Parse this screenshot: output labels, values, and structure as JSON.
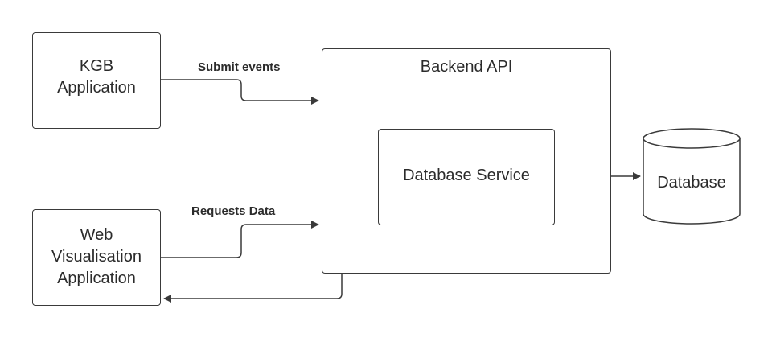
{
  "nodes": {
    "kgb_app": {
      "label": "KGB\nApplication"
    },
    "web_vis_app": {
      "label": "Web\nVisualisation\nApplication"
    },
    "backend_api": {
      "label": "Backend API"
    },
    "database_service": {
      "label": "Database Service"
    },
    "database": {
      "label": "Database"
    }
  },
  "edges": {
    "submit_events": {
      "label": "Submit events"
    },
    "requests_data": {
      "label": "Requests Data"
    }
  },
  "colors": {
    "stroke": "#3a3a3a",
    "text": "#2b2b2b",
    "background": "#ffffff"
  }
}
